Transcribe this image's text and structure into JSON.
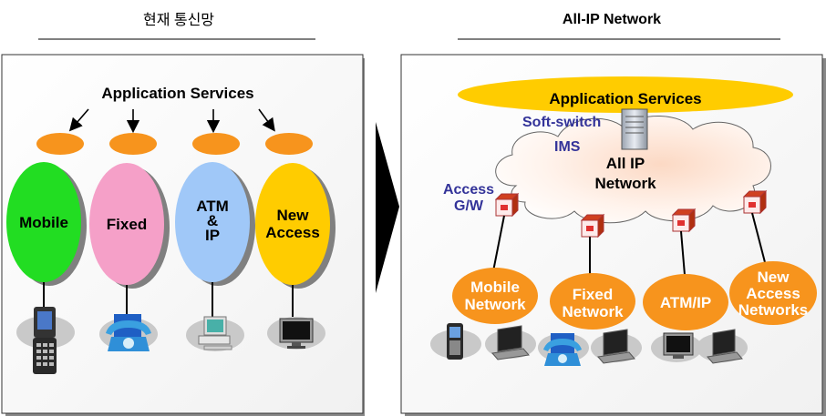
{
  "left_panel": {
    "heading": "현재 통신망",
    "app_services": "Application Services",
    "networks": [
      {
        "lines": [
          "Mobile"
        ],
        "color": "#22dd22"
      },
      {
        "lines": [
          "Fixed"
        ],
        "color": "#f5a0c8"
      },
      {
        "lines": [
          "ATM",
          "&",
          "IP"
        ],
        "color": "#a0c8f8"
      },
      {
        "lines": [
          "New",
          "Access"
        ],
        "color": "#ffcc00"
      }
    ],
    "devices": [
      "mobile-phone",
      "telephone",
      "desktop-pc",
      "monitor"
    ]
  },
  "right_panel": {
    "heading": "All-IP Network",
    "app_services": "Application Services",
    "softswitch": "Soft-switch",
    "ims": "IMS",
    "cloud_lines": [
      "All IP",
      "Network"
    ],
    "access_gw_lines": [
      "Access",
      "G/W"
    ],
    "networks": [
      {
        "lines": [
          "Mobile",
          "Network"
        ]
      },
      {
        "lines": [
          "Fixed",
          "Network"
        ]
      },
      {
        "lines": [
          "ATM/IP"
        ]
      },
      {
        "lines": [
          "New",
          "Access",
          "Networks"
        ]
      }
    ],
    "devices": [
      "mobile-phone",
      "laptop",
      "telephone",
      "laptop",
      "monitor",
      "laptop"
    ]
  },
  "colors": {
    "orange": "#f7941d",
    "yellow": "#ffcc00",
    "blue_label": "#333399",
    "gateway": "#cc3300"
  }
}
